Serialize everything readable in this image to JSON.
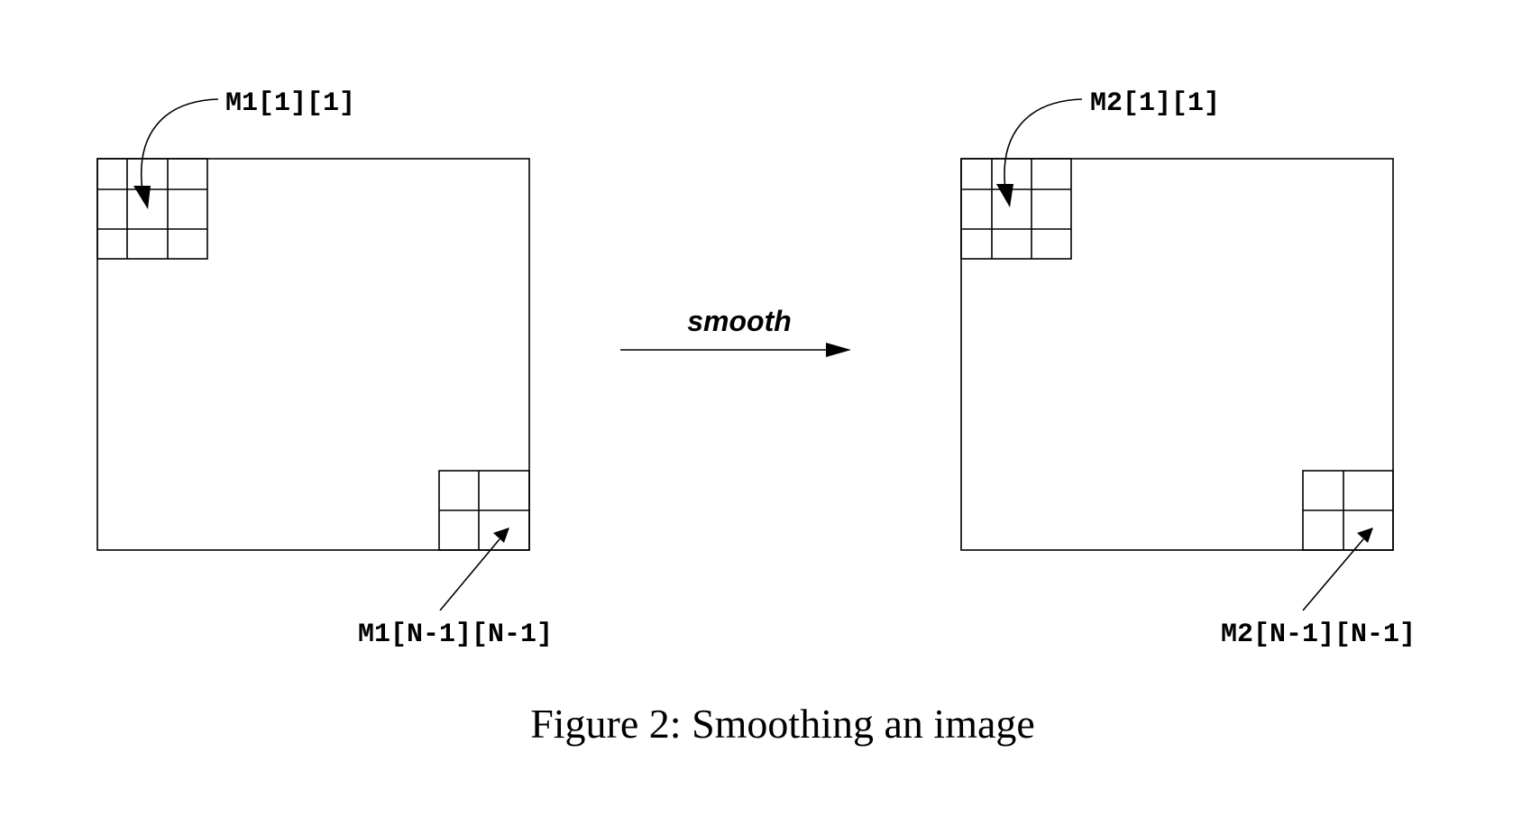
{
  "diagram": {
    "left_matrix": {
      "top_label": "M1[1][1]",
      "bottom_label": "M1[N-1][N-1]"
    },
    "operation": {
      "label": "smooth"
    },
    "right_matrix": {
      "top_label": "M2[1][1]",
      "bottom_label": "M2[N-1][N-1]"
    }
  },
  "caption": "Figure 2: Smoothing an image",
  "colors": {
    "line": "#000000",
    "background": "#ffffff"
  }
}
